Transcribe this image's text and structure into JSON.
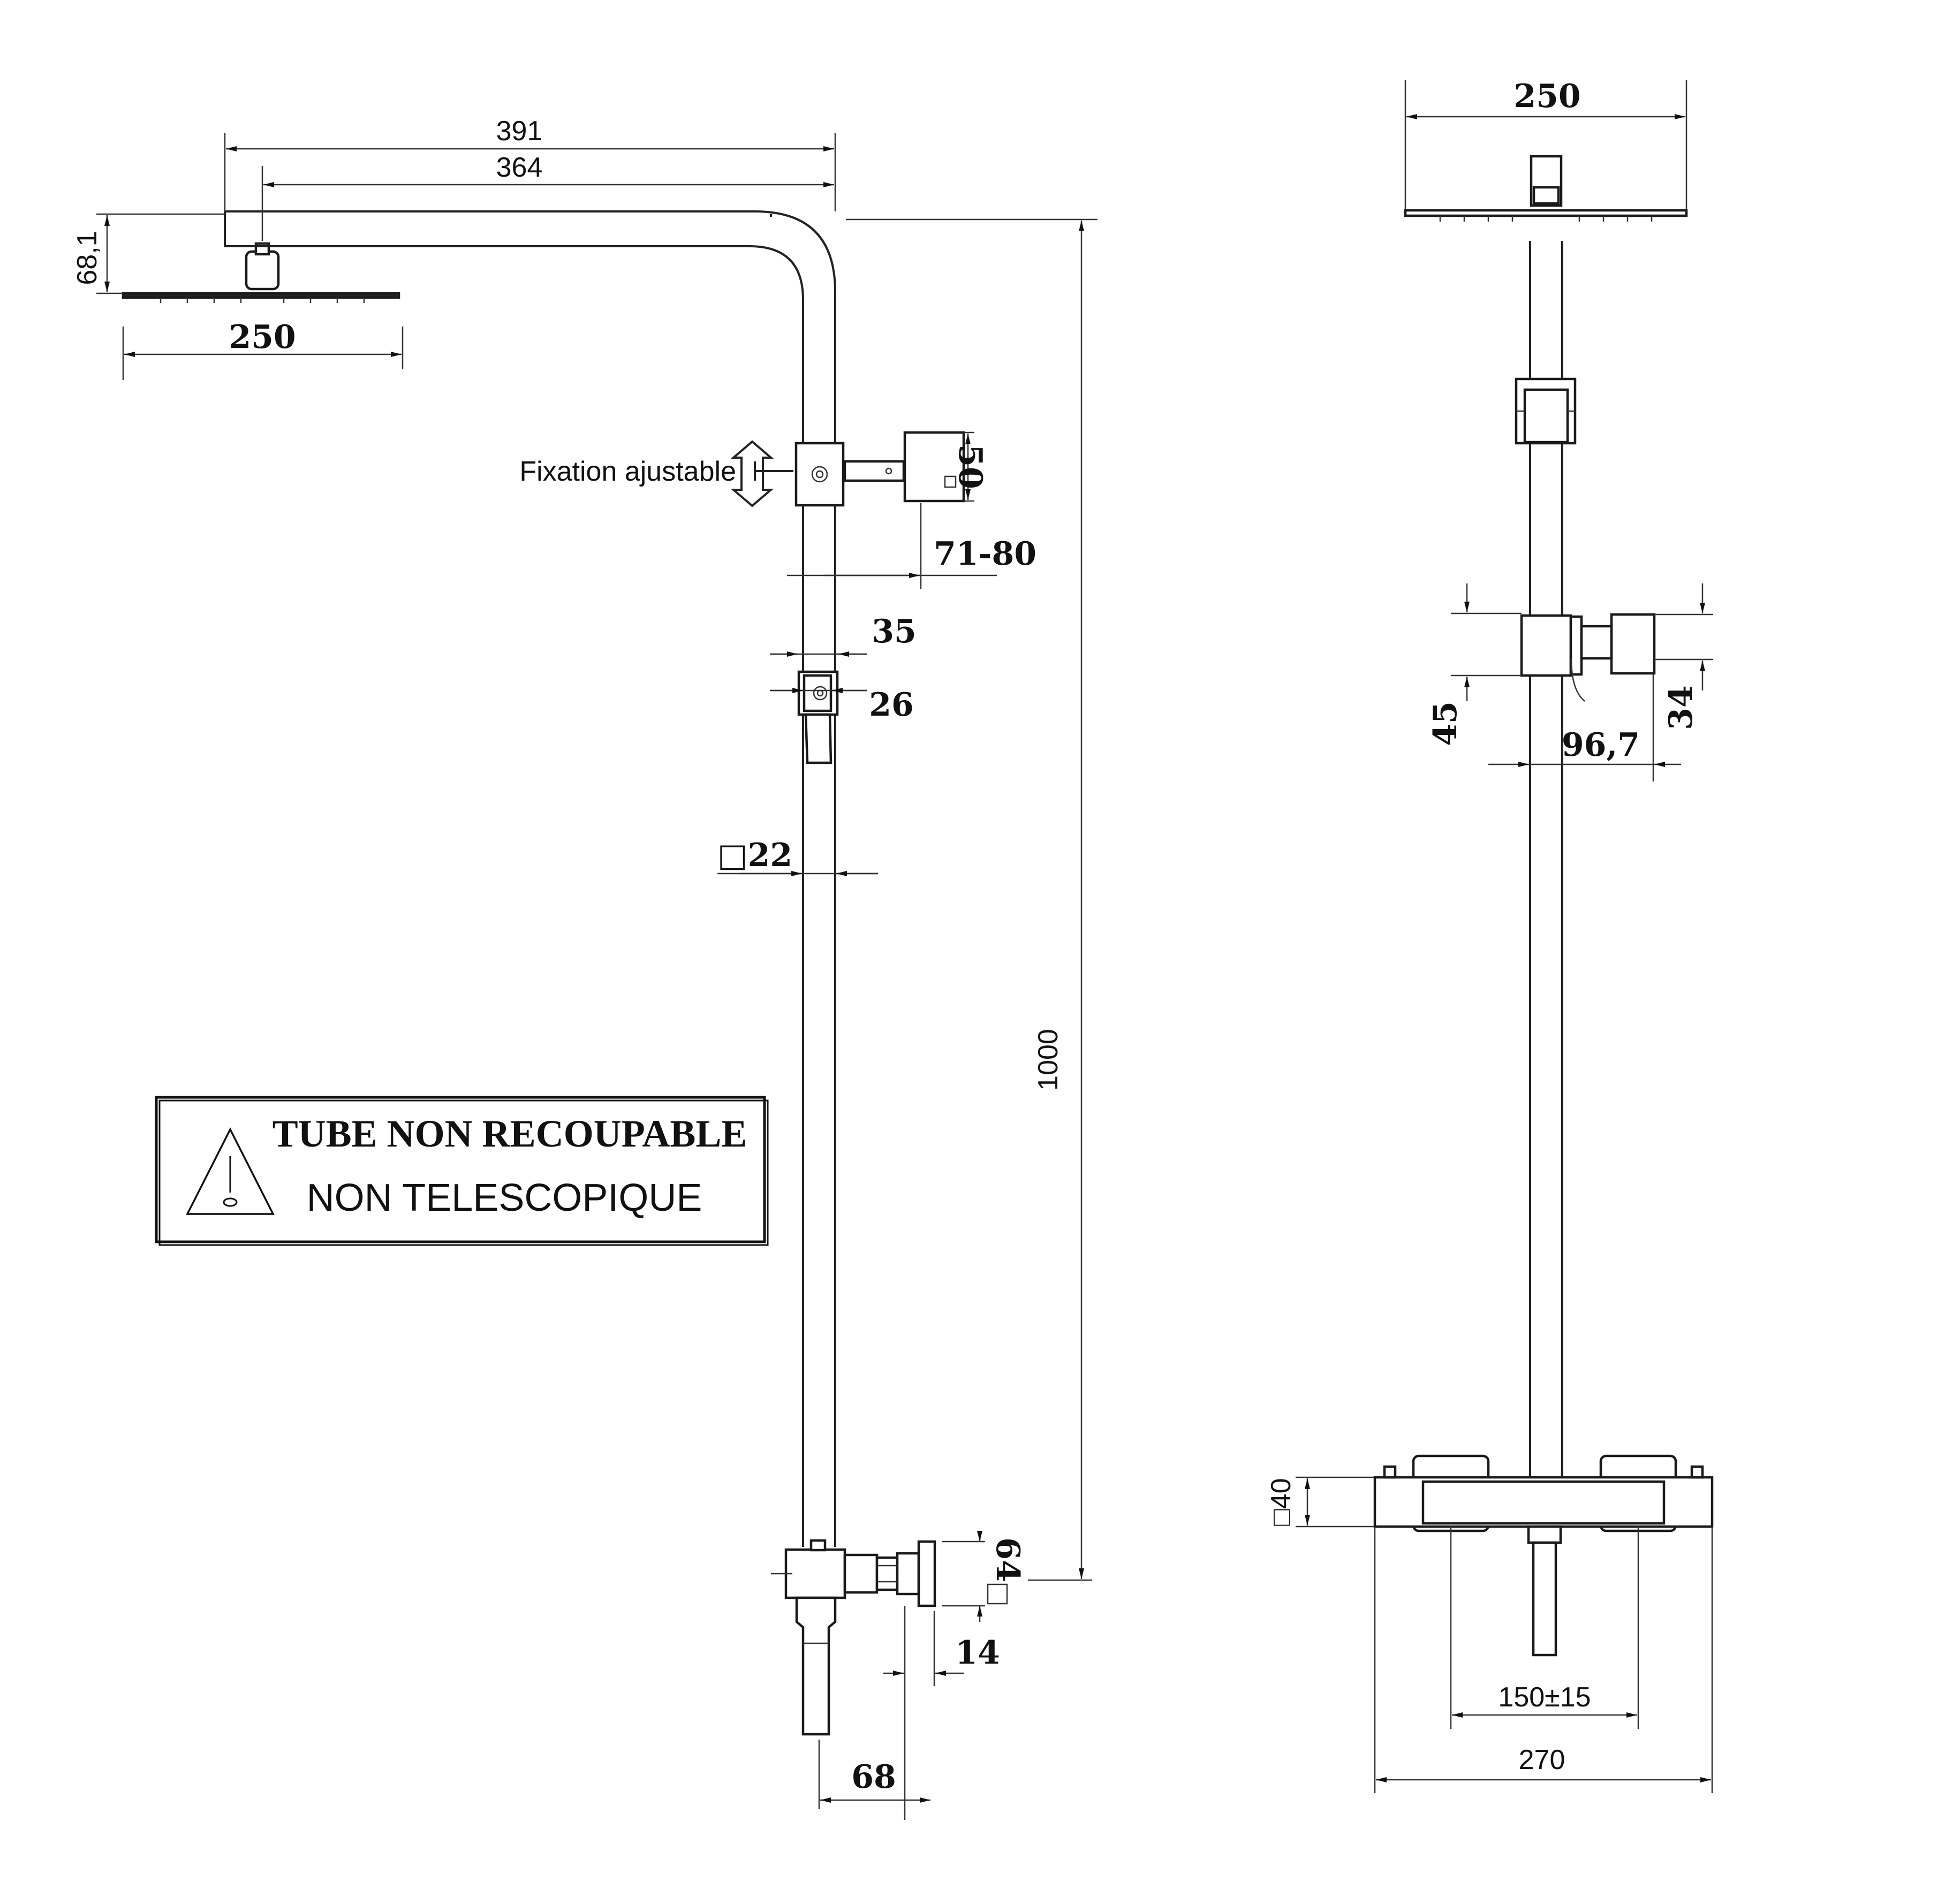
{
  "left_view": {
    "dim_arm_overall": "391",
    "dim_arm_inner": "364",
    "dim_head_height": "68,1",
    "dim_head_width": "250",
    "dim_bracket_square": "50",
    "dim_bracket_depth": "71-80",
    "dim_holder_outer": "35",
    "dim_holder_inner": "26",
    "dim_pipe_square": "□22",
    "dim_height": "1000",
    "dim_valve_square": "64",
    "dim_valve_offset": "14",
    "dim_valve_depth": "68",
    "label_adjustable": "Fixation ajustable"
  },
  "warning": {
    "title": "TUBE NON RECOUPABLE",
    "subtitle": "NON TELESCOPIQUE"
  },
  "right_view": {
    "dim_head_width": "250",
    "dim_holder_height": "45",
    "dim_holder_inner": "34",
    "dim_holder_depth": "96,7",
    "dim_mixer_square": "□40",
    "dim_centers": "150±15",
    "dim_mixer_width": "270"
  }
}
